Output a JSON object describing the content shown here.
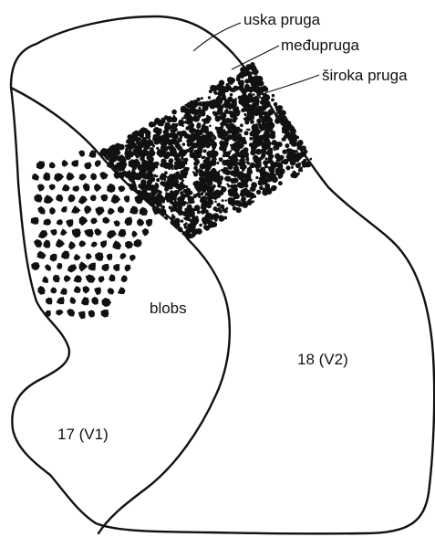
{
  "diagram": {
    "labels": {
      "thin_stripe": "uska pruga",
      "interstripe": "međupruga",
      "thick_stripe": "široka pruga",
      "blobs": "blobs",
      "area_18": "18 (V2)",
      "area_17": "17 (V1)"
    },
    "colors": {
      "ink": "#111111",
      "background": "#ffffff"
    }
  }
}
